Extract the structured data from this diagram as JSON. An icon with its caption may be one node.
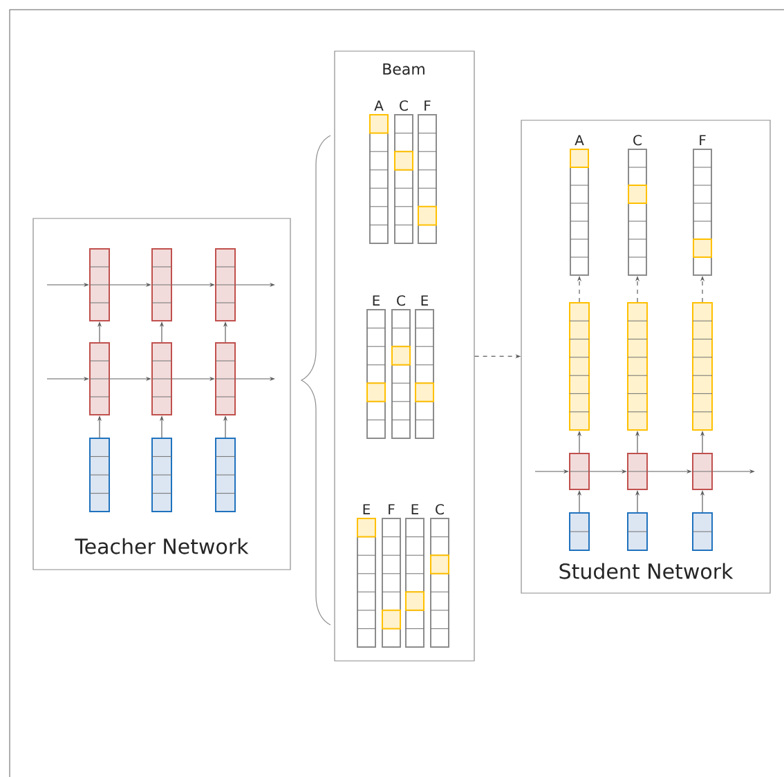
{
  "diagram": {
    "nodes": [
      {
        "text": [
          "Teacher Network"
        ]
      },
      {
        "text": [],
        "shape": "bar",
        "in": 0
      },
      {
        "text": [],
        "shape": "bar",
        "in": 0
      },
      {
        "text": [],
        "shape": "bar",
        "in": 0
      },
      {
        "text": [],
        "shape": "bar",
        "in": 0
      },
      {
        "text": [],
        "shape": "bar",
        "in": 0
      },
      {
        "text": [],
        "shape": "bar",
        "in": 0
      },
      {
        "text": [],
        "shape": "bar",
        "in": 0
      },
      {
        "text": [],
        "shape": "bar",
        "in": 0
      },
      {
        "text": [],
        "shape": "bar",
        "in": 0
      },
      {
        "text": [
          "Beam"
        ]
      },
      {
        "text": [
          "A"
        ],
        "in": 10
      },
      {
        "text": [
          "C"
        ],
        "in": 10
      },
      {
        "text": [
          "F"
        ],
        "in": 10
      },
      {
        "text": [
          "E"
        ],
        "in": 10
      },
      {
        "text": [
          "C"
        ],
        "in": 10
      },
      {
        "text": [
          "E"
        ],
        "in": 10
      },
      {
        "text": [
          "E"
        ],
        "in": 10
      },
      {
        "text": [
          "F"
        ],
        "in": 10
      },
      {
        "text": [
          "E"
        ],
        "in": 10
      },
      {
        "text": [
          "C"
        ],
        "in": 10
      },
      {
        "text": [
          "Student Network"
        ]
      },
      {
        "text": [
          "A"
        ],
        "in": 21
      },
      {
        "text": [
          "C"
        ],
        "in": 21
      },
      {
        "text": [
          "F"
        ],
        "in": 21
      },
      {
        "text": [],
        "shape": "bar",
        "in": 21
      },
      {
        "text": [],
        "shape": "bar",
        "in": 21
      },
      {
        "text": [],
        "shape": "bar",
        "in": 21
      },
      {
        "text": [],
        "shape": "bar",
        "in": 21
      },
      {
        "text": [],
        "shape": "bar",
        "in": 21
      },
      {
        "text": [],
        "shape": "bar",
        "in": 21
      },
      {
        "text": [],
        "shape": "bar",
        "in": 21
      },
      {
        "text": [],
        "shape": "bar",
        "in": 21
      },
      {
        "text": [],
        "shape": "bar",
        "in": 21
      }
    ],
    "edges": [
      {
        "from": 7,
        "to": 4,
        "arrow": "to"
      },
      {
        "from": 8,
        "to": 5,
        "arrow": "to"
      },
      {
        "from": 9,
        "to": 6,
        "arrow": "to"
      },
      {
        "from": 4,
        "to": 1,
        "arrow": "to"
      },
      {
        "from": 5,
        "to": 2,
        "arrow": "to"
      },
      {
        "from": 6,
        "to": 3,
        "arrow": "to"
      },
      {
        "from": null,
        "to": 1,
        "arrow": "to"
      },
      {
        "from": 1,
        "to": 2,
        "arrow": "to"
      },
      {
        "from": 2,
        "to": 3,
        "arrow": "to"
      },
      {
        "from": 3,
        "to": null,
        "arrow": "to"
      },
      {
        "from": null,
        "to": 4,
        "arrow": "to"
      },
      {
        "from": 4,
        "to": 5,
        "arrow": "to"
      },
      {
        "from": 5,
        "to": 6,
        "arrow": "to"
      },
      {
        "from": 6,
        "to": null,
        "arrow": "to"
      },
      {
        "from": 10,
        "to": 21,
        "arrow": "to",
        "style": "dashed"
      },
      {
        "from": 31,
        "to": 28,
        "arrow": "to"
      },
      {
        "from": 32,
        "to": 29,
        "arrow": "to"
      },
      {
        "from": 33,
        "to": 30,
        "arrow": "to"
      },
      {
        "from": 28,
        "to": 25,
        "arrow": "to"
      },
      {
        "from": 29,
        "to": 26,
        "arrow": "to"
      },
      {
        "from": 30,
        "to": 27,
        "arrow": "to"
      },
      {
        "from": 25,
        "to": 22,
        "arrow": "to",
        "style": "dashed"
      },
      {
        "from": 26,
        "to": 23,
        "arrow": "to",
        "style": "dashed"
      },
      {
        "from": 27,
        "to": 24,
        "arrow": "to",
        "style": "dashed"
      },
      {
        "from": null,
        "to": 28,
        "arrow": "to"
      },
      {
        "from": 28,
        "to": 29,
        "arrow": "to"
      },
      {
        "from": 29,
        "to": 30,
        "arrow": "to"
      },
      {
        "from": 30,
        "to": null,
        "arrow": "to"
      }
    ]
  }
}
